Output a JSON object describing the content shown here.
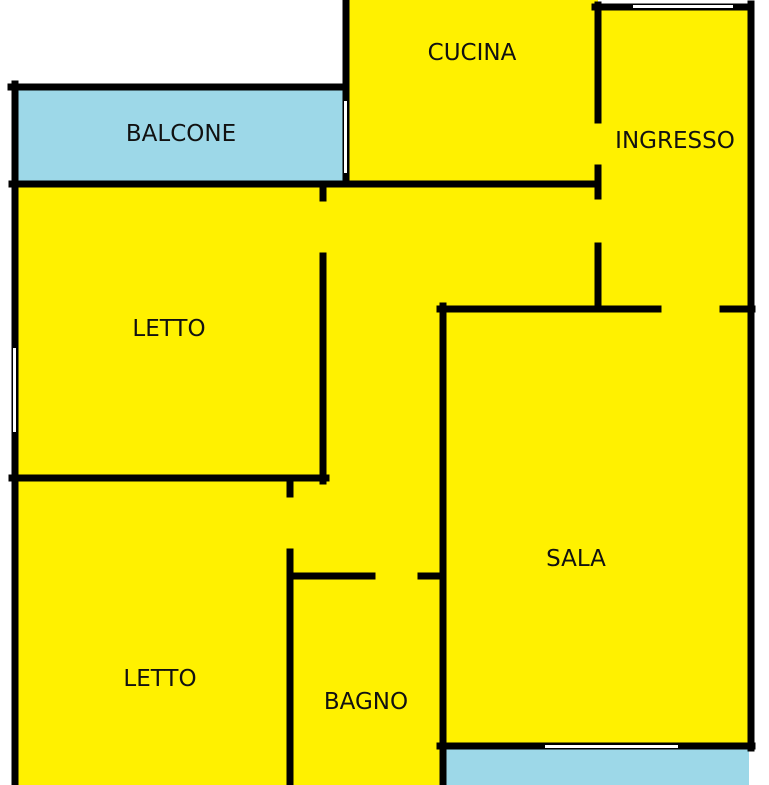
{
  "colors": {
    "room": "#fff100",
    "balcony": "#9dd8e8",
    "wall": "#000000",
    "window": "#ffffff",
    "background": "#ffffff"
  },
  "rooms": {
    "cucina": "CUCINA",
    "ingresso": "INGRESSO",
    "balcone": "BALCONE",
    "letto_top": "LETTO",
    "letto_bottom": "LETTO",
    "sala": "SALA",
    "bagno": "BAGNO"
  }
}
